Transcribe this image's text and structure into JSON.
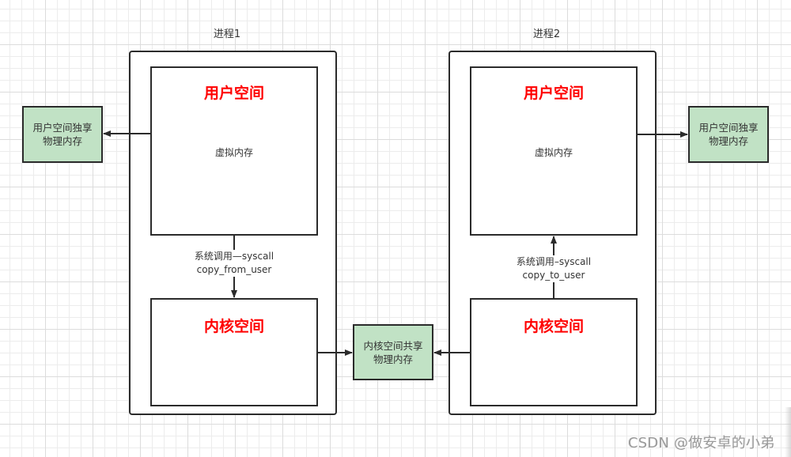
{
  "diagram": {
    "process1": {
      "title": "进程1",
      "user_space": {
        "title": "用户空间",
        "subtitle": "虚拟内存"
      },
      "kernel_space": {
        "title": "内核空间"
      },
      "syscall": {
        "line1": "系统调用—syscall",
        "line2": "copy_from_user",
        "direction": "user-to-kernel"
      }
    },
    "process2": {
      "title": "进程2",
      "user_space": {
        "title": "用户空间",
        "subtitle": "虚拟内存"
      },
      "kernel_space": {
        "title": "内核空间"
      },
      "syscall": {
        "line1": "系统调用–syscall",
        "line2": "copy_to_user",
        "direction": "kernel-to-user"
      }
    },
    "memory": {
      "left_private": {
        "line1": "用户空间独享",
        "line2": "物理内存"
      },
      "right_private": {
        "line1": "用户空间独享",
        "line2": "物理内存"
      },
      "shared_kernel": {
        "line1": "内核空间共享",
        "line2": "物理内存"
      }
    },
    "edges": [
      {
        "from": "process1.user_space",
        "to": "memory.left_private"
      },
      {
        "from": "process2.user_space",
        "to": "memory.right_private"
      },
      {
        "from": "process1.kernel_space",
        "to": "memory.shared_kernel"
      },
      {
        "from": "process2.kernel_space",
        "to": "memory.shared_kernel"
      },
      {
        "from": "process1.user_space",
        "to": "process1.kernel_space",
        "label": "process1.syscall"
      },
      {
        "from": "process2.kernel_space",
        "to": "process2.user_space",
        "label": "process2.syscall"
      }
    ],
    "colors": {
      "space_title": "#ff0000",
      "memory_fill": "#c1e2c5",
      "stroke": "#2b2b2b"
    }
  },
  "watermark": "CSDN @做安卓的小弟"
}
